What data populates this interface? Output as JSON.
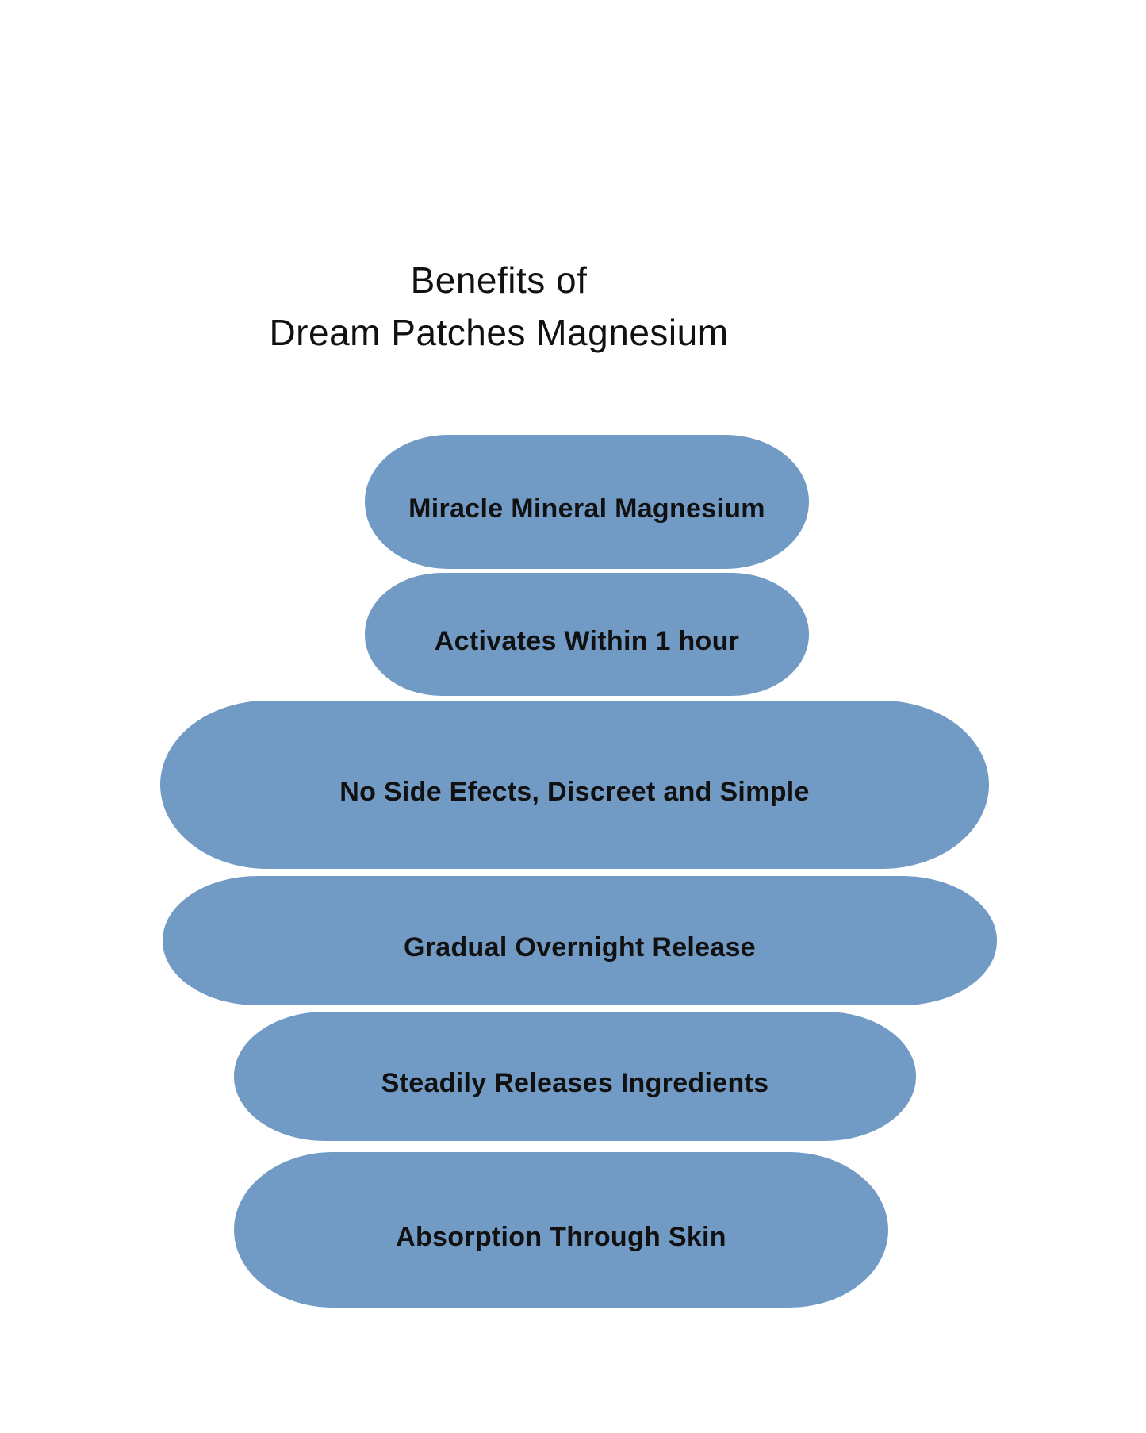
{
  "title": {
    "line1": "Benefits of",
    "line2": "Dream Patches Magnesium"
  },
  "pills": [
    {
      "label": "Miracle Mineral Magnesium"
    },
    {
      "label": "Activates Within 1 hour"
    },
    {
      "label": "No Side Efects, Discreet and Simple"
    },
    {
      "label": "Gradual Overnight Release"
    },
    {
      "label": "Steadily Releases Ingredients"
    },
    {
      "label": "Absorption Through Skin"
    }
  ],
  "colors": {
    "pill_fill": "#719BC5",
    "text": "#111111",
    "background": "#FFFFFF"
  }
}
